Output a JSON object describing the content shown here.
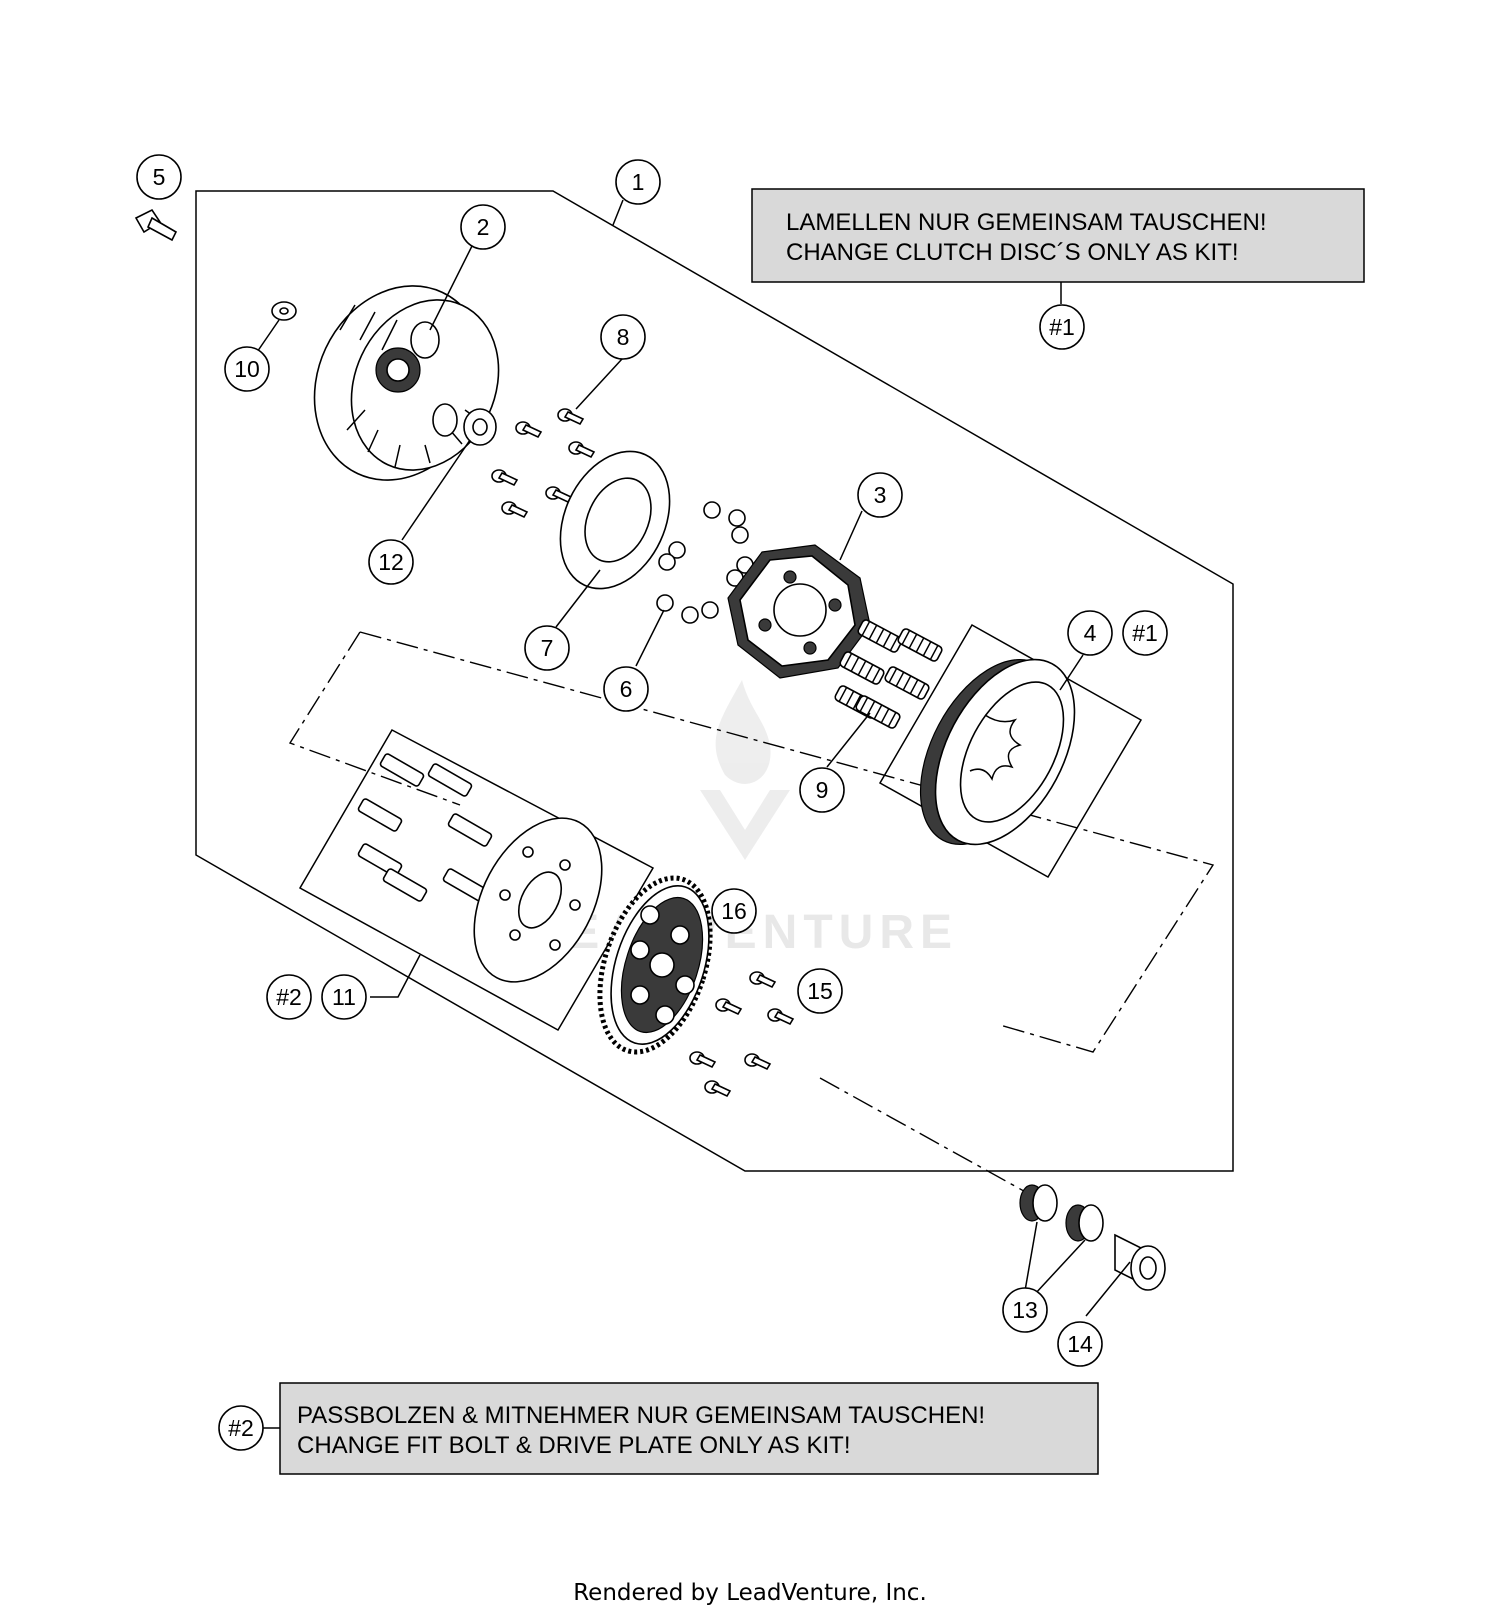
{
  "notes": {
    "kit1": {
      "line1": "LAMELLEN NUR GEMEINSAM TAUSCHEN!",
      "line2": "CHANGE CLUTCH DISC´S ONLY AS KIT!",
      "ref": "#1"
    },
    "kit2": {
      "line1": "PASSBOLZEN & MITNEHMER NUR GEMEINSAM TAUSCHEN!",
      "line2": "CHANGE FIT BOLT & DRIVE PLATE ONLY AS KIT!",
      "ref": "#2"
    }
  },
  "callouts": {
    "c1": "1",
    "c2": "2",
    "c3": "3",
    "c4": "4",
    "c5": "5",
    "c6": "6",
    "c7": "7",
    "c8": "8",
    "c9": "9",
    "c10": "10",
    "c11": "11",
    "c12": "12",
    "c13": "13",
    "c14": "14",
    "c15": "15",
    "c16": "16",
    "ref4": "#1",
    "ref11": "#2"
  },
  "watermark": {
    "text": "LEADVENTURE"
  },
  "footer": {
    "text": "Rendered by LeadVenture, Inc."
  },
  "colors": {
    "note_fill": "#d9d9d9",
    "stroke": "#000000",
    "watermark": "#e6e6e6"
  }
}
